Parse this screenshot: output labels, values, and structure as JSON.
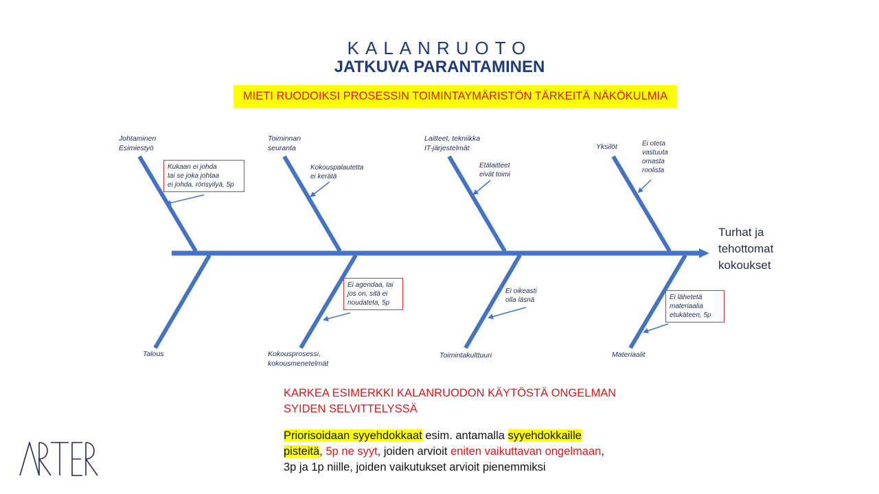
{
  "header": {
    "title": "KALANRUOTO",
    "subtitle": "JATKUVA PARANTAMINEN",
    "banner": "MIETI RUODOIKSI PROSESSIN TOIMINTAYMÄRISTÖN TÄRKEITÄ NÄKÖKULMIA"
  },
  "effect": {
    "line1": "Turhat ja",
    "line2": "tehottomat",
    "line3": "kokoukset"
  },
  "categories": {
    "top1": {
      "line1": "Johtaminen",
      "line2": "Esimiestyö"
    },
    "top2": {
      "line1": "Toiminnan",
      "line2": "seuranta"
    },
    "top3": {
      "line1": "Laitteet, tekniikka",
      "line2": "IT-järjestelmät"
    },
    "top4": {
      "line1": "Yksilöt"
    },
    "bottom1": {
      "line1": "Talous"
    },
    "bottom2": {
      "line1": "Kokousprosessi,",
      "line2": "kokousmenetelmät"
    },
    "bottom3": {
      "line1": "Toimintakulttuuri"
    },
    "bottom4": {
      "line1": "Materiaalit"
    }
  },
  "causes": {
    "c1": {
      "line1": "Kukaan ei johda",
      "line2": "tai se joka johtaa",
      "line3": "ei johda, rönsyilyä, 5p"
    },
    "c2": {
      "line1": "Kokouspalautetta",
      "line2": "ei kerätä"
    },
    "c3": {
      "line1": "Etälaitteet",
      "line2": "eivät toimi"
    },
    "c4": {
      "line1": "Ei oteta",
      "line2": "vastuuta",
      "line3": "omasta",
      "line4": "roolista"
    },
    "c5": {
      "line1": "Ei agendaa, tai",
      "line2": "jos on, sitä ei",
      "line3": "noudateta, 5p"
    },
    "c6": {
      "line1": "Ei oikeasti",
      "line2": "olla läsnä"
    },
    "c7": {
      "line1": "Ei lähetetä",
      "line2": "materiaalia",
      "line3": "etukäteen, 5p"
    }
  },
  "example": {
    "line1": "KARKEA ESIMERKKI KALANRUODON KÄYTÖSTÄ ONGELMAN",
    "line2": "SYIDEN SELVITTELYSSÄ"
  },
  "instruction": {
    "p1": "Priorisoidaan syyehdokkaat",
    "p2": " esim. antamalla ",
    "p3": "syyehdokkaille",
    "p4": "pisteitä",
    "p5": ", ",
    "p6": "5p ne syyt",
    "p7": ", joiden arvioit ",
    "p8": "eniten vaikuttavan ongelmaan",
    "p9": ",",
    "p10": "3p ja 1p niille, joiden vaikutukset arvioit pienemmiksi"
  },
  "logo": {
    "text": "ARTER"
  },
  "colors": {
    "bone": "#4472c4",
    "text_dark": "#1e2a55",
    "title": "#1f3a78",
    "highlight": "#ffff00",
    "red": "#e0161b"
  }
}
